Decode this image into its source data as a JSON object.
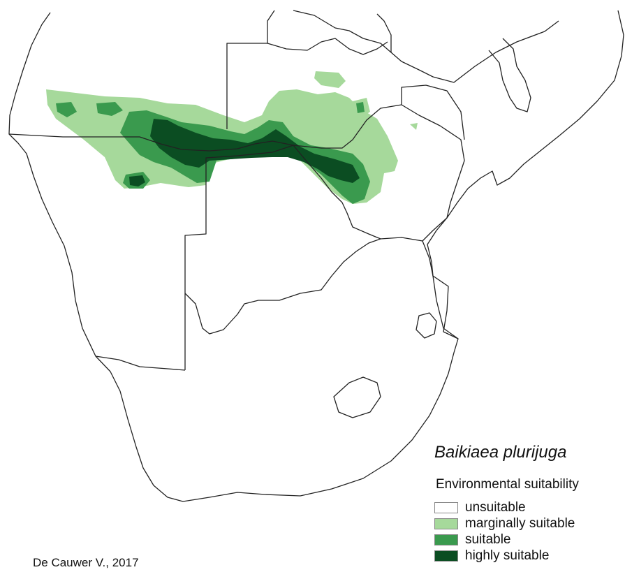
{
  "species": "Baikiaea plurijuga",
  "legend": {
    "title": "Environmental suitability",
    "items": [
      {
        "label": "unsuitable",
        "color": "#ffffff"
      },
      {
        "label": "marginally suitable",
        "color": "#a6d99b"
      },
      {
        "label": "suitable",
        "color": "#3a9a4e"
      },
      {
        "label": "highly suitable",
        "color": "#0b4d22"
      }
    ]
  },
  "credit": "De Cauwer V., 2017"
}
